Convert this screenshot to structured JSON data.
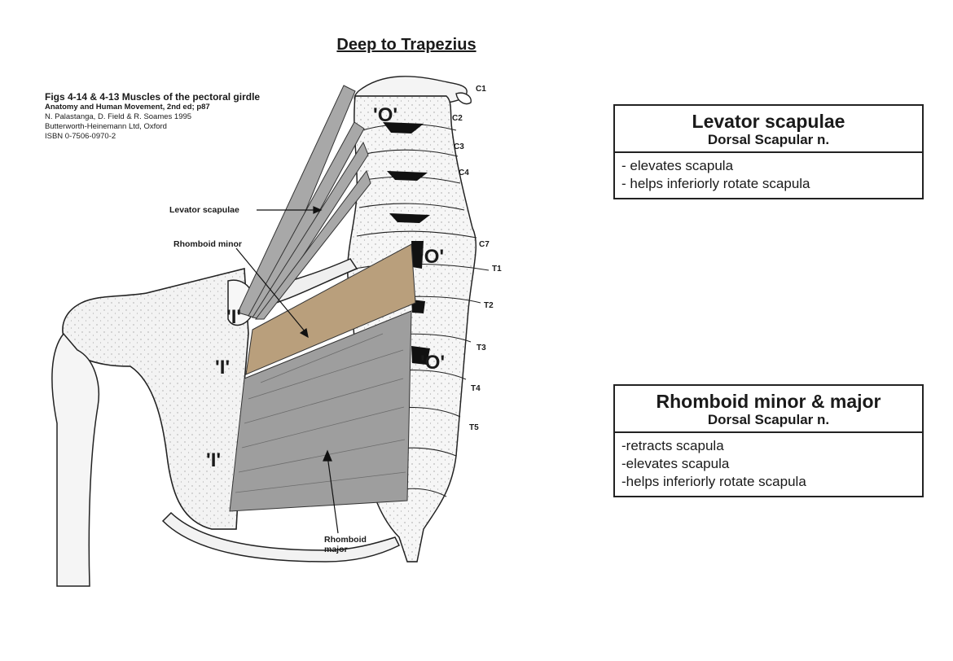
{
  "title": "Deep to Trapezius",
  "citation": {
    "title": "Figs 4-14 & 4-13 Muscles of the pectoral girdle",
    "book": "Anatomy and Human Movement, 2nd ed; p87",
    "authors": "N. Palastanga, D. Field & R. Soames 1995",
    "publisher": "Butterworth-Heinemann Ltd, Oxford",
    "isbn": "ISBN 0-7506-0970-2"
  },
  "figure_labels": {
    "levator": "Levator scapulae",
    "rhomboid_minor": "Rhomboid minor",
    "rhomboid_major_1": "Rhomboid",
    "rhomboid_major_2": "major"
  },
  "vertebrae": [
    "C1",
    "C2",
    "C3",
    "C4",
    "C7",
    "T1",
    "T2",
    "T3",
    "T4",
    "T5"
  ],
  "origin_marker": "'O'",
  "insertion_marker": "'I'",
  "colors": {
    "levator_fill": "#a8a8a8",
    "rhomboid_minor_fill": "#b99f7c",
    "rhomboid_major_fill": "#9e9e9e"
  },
  "boxes": {
    "levator": {
      "name": "Levator scapulae",
      "nerve": "Dorsal Scapular n.",
      "actions": [
        "- elevates scapula",
        "- helps inferiorly rotate scapula"
      ]
    },
    "rhomboid": {
      "name": "Rhomboid minor & major",
      "nerve": "Dorsal Scapular n.",
      "actions": [
        "-retracts scapula",
        "-elevates scapula",
        "-helps inferiorly rotate scapula"
      ]
    }
  }
}
